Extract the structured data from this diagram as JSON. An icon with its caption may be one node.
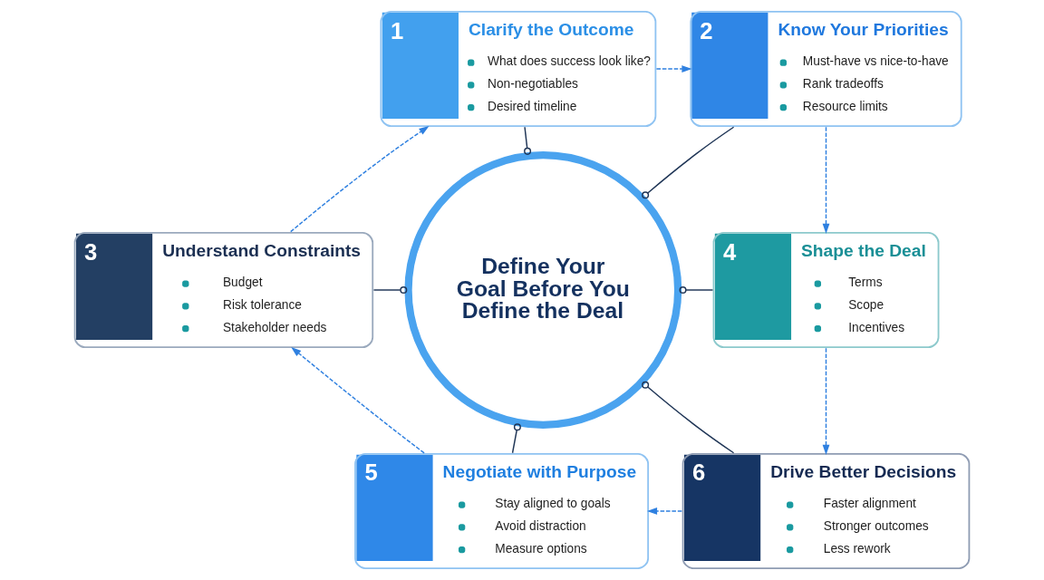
{
  "diagram": {
    "nodes": [
      {
        "text": [
          "1",
          "Clarify the Outcome",
          "What does success look like?",
          "Non-negotiables",
          "Desired timeline"
        ]
      },
      {
        "text": [
          "2",
          "Know Your Priorities",
          "Must-have vs nice-to-have",
          "Rank tradeoffs",
          "Resource limits"
        ]
      },
      {
        "text": [
          "3",
          "Understand Constraints",
          "Budget",
          "Risk tolerance",
          "Stakeholder needs"
        ]
      },
      {
        "text": [
          "Define Your Goal Before You Define the Deal"
        ]
      },
      {
        "text": [
          "4",
          "Shape the Deal",
          "Terms",
          "Scope",
          "Incentives"
        ]
      },
      {
        "text": [
          "5",
          "Negotiate with Purpose",
          "Stay aligned to goals",
          "Avoid distraction",
          "Measure options"
        ]
      },
      {
        "text": [
          "6",
          "Drive Better Decisions",
          "Faster alignment",
          "Stronger outcomes",
          "Less rework"
        ]
      }
    ],
    "edges": [
      {
        "from": 3,
        "to": 0,
        "arrow": "other"
      },
      {
        "from": 3,
        "to": 1,
        "arrow": "other"
      },
      {
        "from": 3,
        "to": 2,
        "arrow": "other"
      },
      {
        "from": 3,
        "to": 4,
        "arrow": "other"
      },
      {
        "from": 3,
        "to": 5,
        "arrow": "other"
      },
      {
        "from": 3,
        "to": 6,
        "arrow": "other"
      },
      {
        "from": 0,
        "to": 1,
        "arrow": "to",
        "style": "dashed",
        "color": "#2f80e0"
      },
      {
        "from": 1,
        "to": 4,
        "arrow": "to",
        "style": "dashed",
        "color": "#2f80e0"
      },
      {
        "from": 4,
        "to": 6,
        "arrow": "to",
        "style": "dashed",
        "color": "#2f80e0"
      },
      {
        "from": 6,
        "to": 5,
        "arrow": "to",
        "style": "dashed",
        "color": "#2f80e0"
      },
      {
        "from": 5,
        "to": 2,
        "arrow": "to",
        "style": "dashed",
        "color": "#2f80e0"
      },
      {
        "from": 2,
        "to": 0,
        "arrow": "to",
        "style": "dashed",
        "color": "#2f80e0"
      }
    ]
  }
}
